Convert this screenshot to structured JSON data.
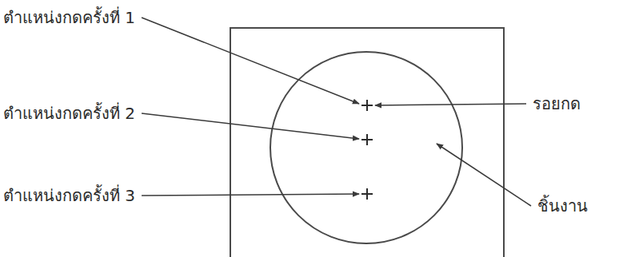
{
  "diagram": {
    "labels": [
      "ตำแหน่งกดครั้งที่ 1",
      "ตำแหน่งกดครั้งที่ 2",
      "ตำแหน่งกดครั้งที่ 3",
      "รอยกด",
      "ชิ้นงาน"
    ]
  }
}
